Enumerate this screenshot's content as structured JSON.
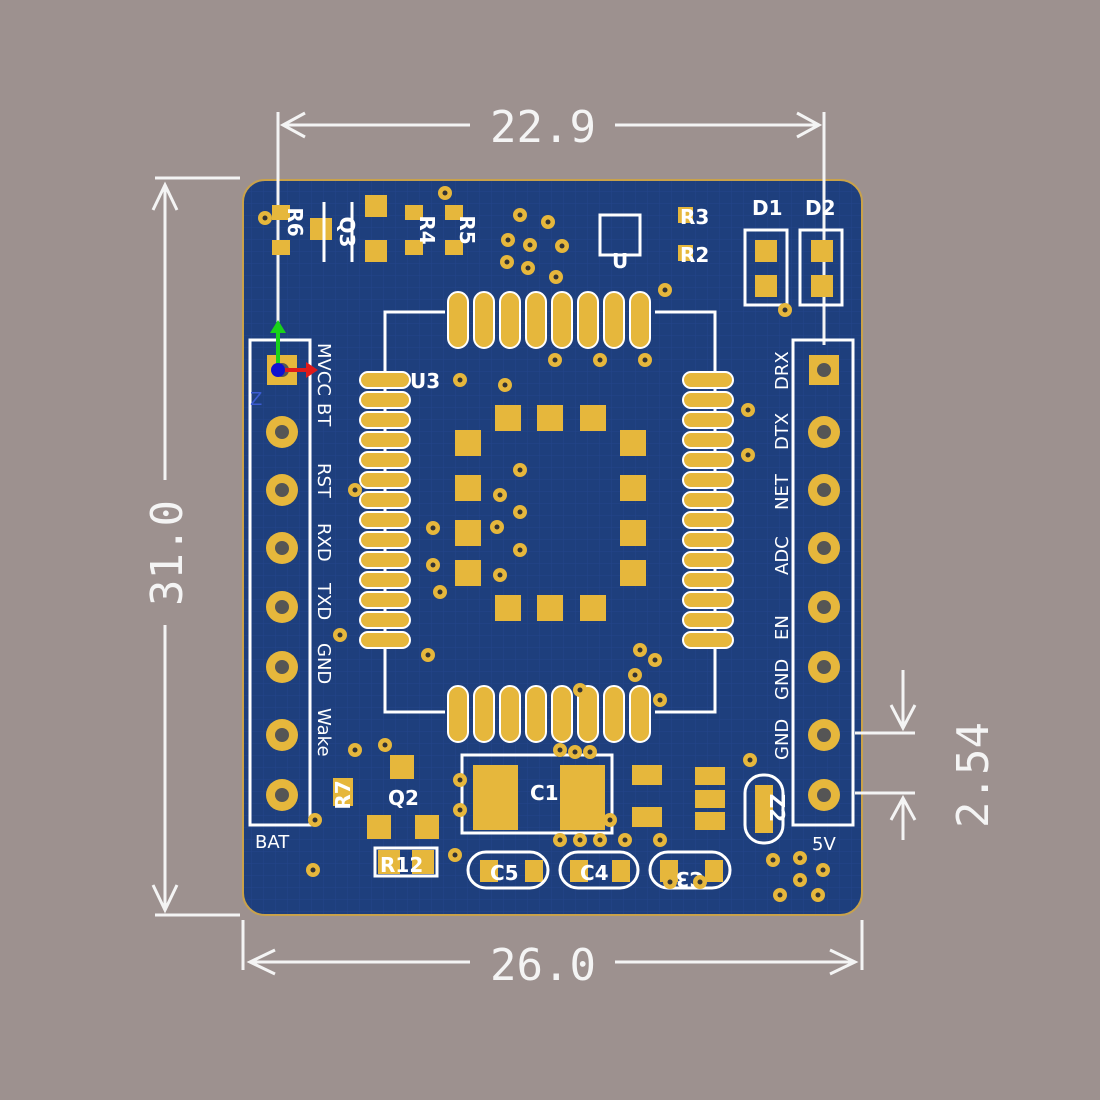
{
  "colors": {
    "background": "#9d918f",
    "board": "#1e3f7d",
    "pad": "#e6b73c",
    "silkscreen": "#ffffff",
    "dimension": "#f4f4f4"
  },
  "dimensions": {
    "top_width": "22.9",
    "height": "31.0",
    "bottom_width": "26.0",
    "pin_pitch": "2.54"
  },
  "left_header": {
    "pins": [
      "MVCC",
      "BT",
      "RST",
      "RXD",
      "TXD",
      "GND",
      "Wake"
    ],
    "bottom_label": "BAT"
  },
  "right_header": {
    "pins": [
      "DRX",
      "DTX",
      "NET",
      "ADC",
      "EN",
      "GND",
      "GND"
    ],
    "bottom_label": "5V"
  },
  "designators": {
    "u3": "U3",
    "q3": "Q3",
    "q2": "Q2",
    "r6": "R6",
    "r4": "R4",
    "r5": "R5",
    "r3": "R3",
    "r2": "R2",
    "d1": "D1",
    "d2": "D2",
    "r7": "R7",
    "r12": "R12",
    "c1": "C1",
    "c5": "C5",
    "c4": "C4",
    "c3": "C3",
    "z": "Z2",
    "u": "U"
  },
  "axis_gizmo": {
    "z_label": "Z"
  }
}
